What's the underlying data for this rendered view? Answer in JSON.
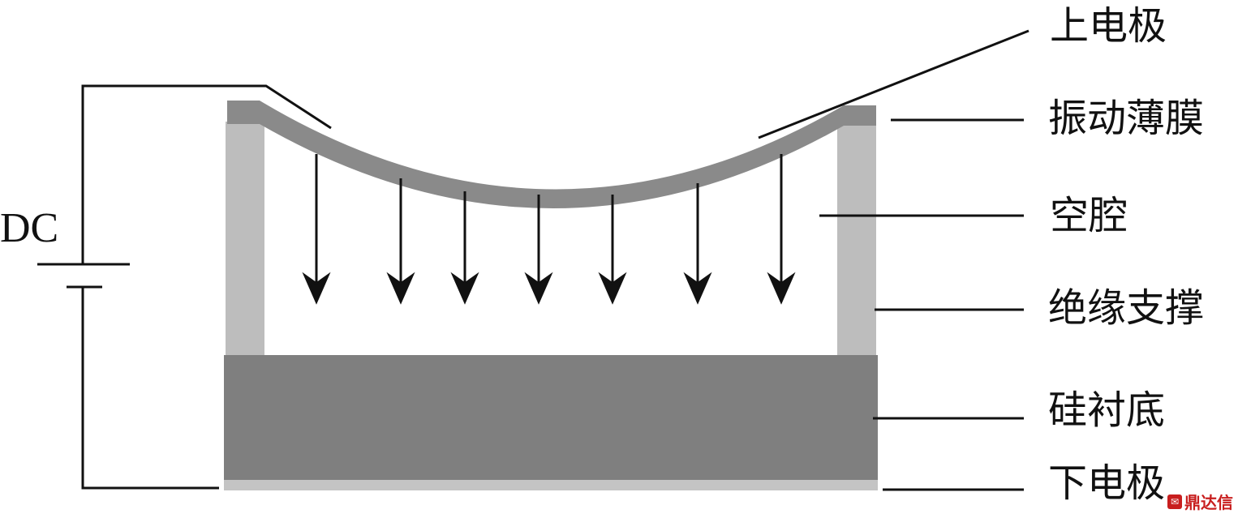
{
  "diagram": {
    "source_label": "DC",
    "labels": {
      "top_electrode": "上电极",
      "vibrating_membrane": "振动薄膜",
      "cavity": "空腔",
      "insulating_support": "绝缘支撑",
      "silicon_substrate": "硅衬底",
      "bottom_electrode": "下电极"
    },
    "colors": {
      "membrane": "#8a8a8a",
      "support": "#bdbdbd",
      "substrate": "#7f7f7f",
      "bottom_electrode": "#c4c4c4",
      "lines": "#111111"
    }
  },
  "watermark": {
    "text": "鼎达信"
  }
}
